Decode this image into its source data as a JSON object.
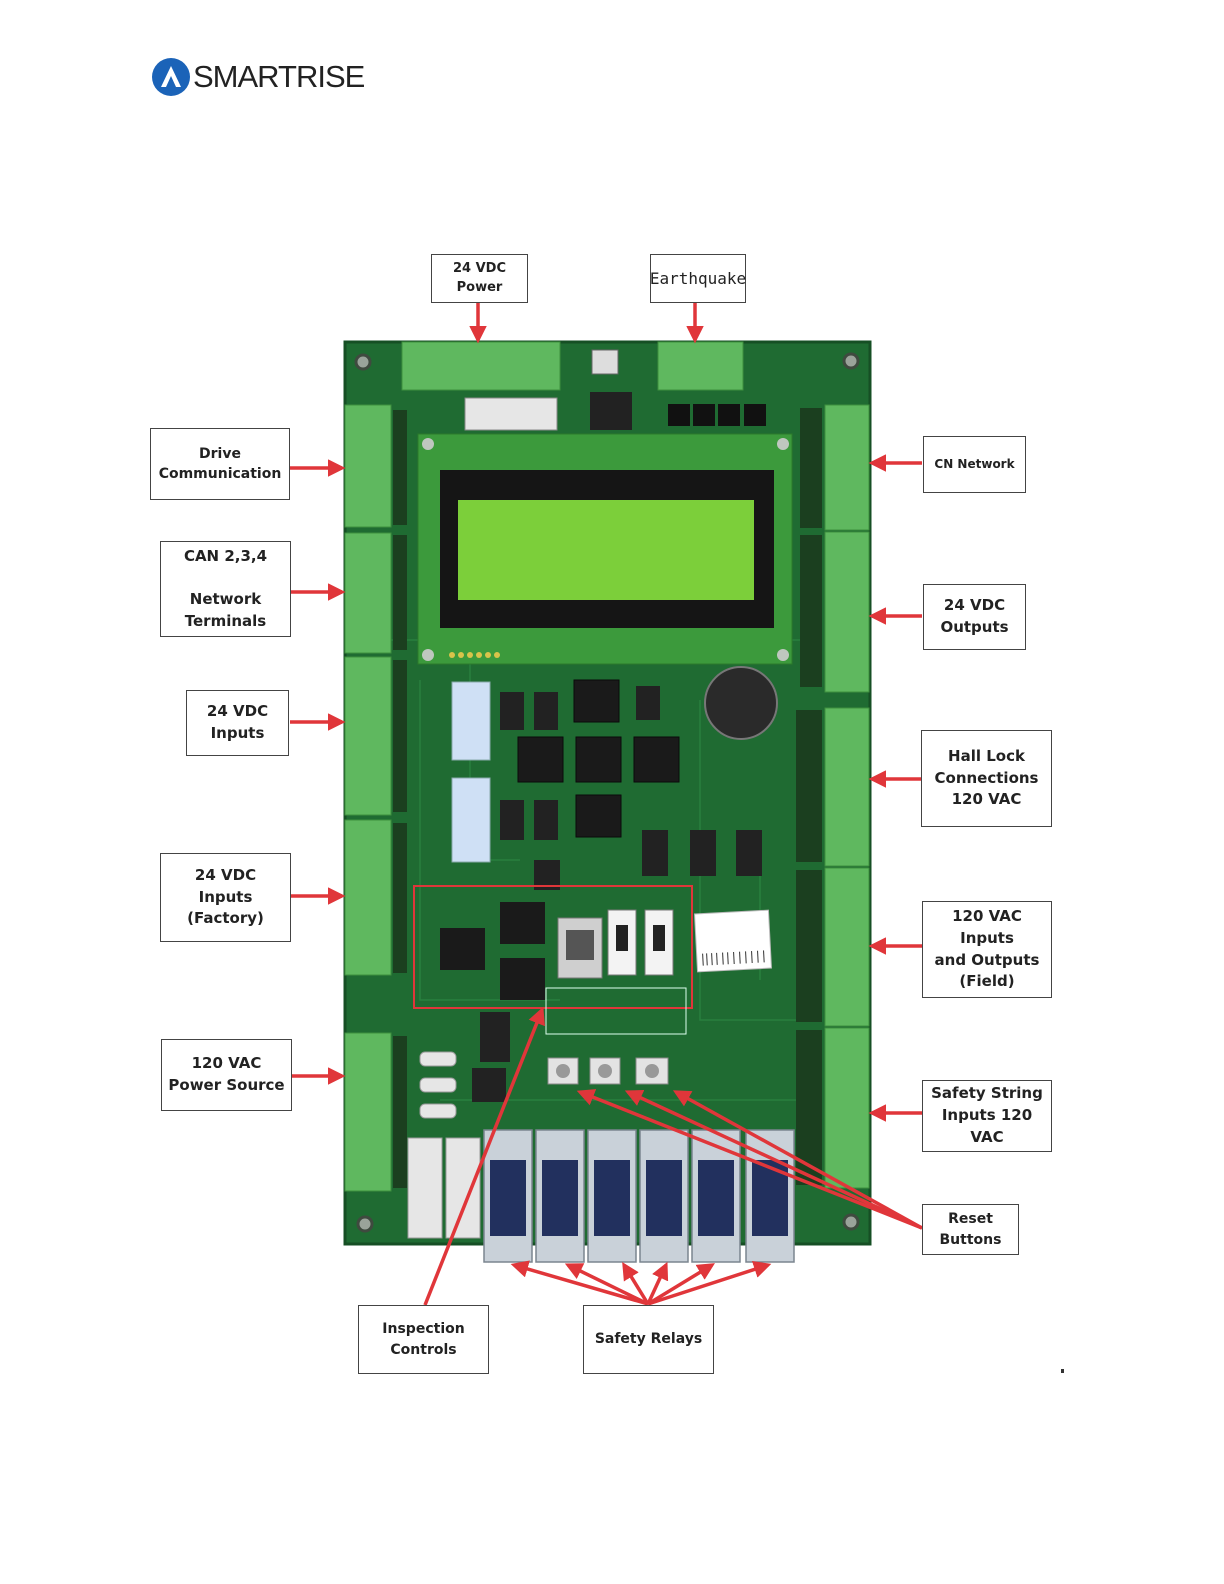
{
  "brand": {
    "name": "SMARTRISE",
    "logo_color": "#1b63b8"
  },
  "colors": {
    "arrow": "#e0363a",
    "board": "#1f6b32",
    "lcd": "#7ccf3a",
    "terminal": "#5fb85f"
  },
  "labels": {
    "power24": "24 VDC\nPower",
    "earthquake": "Earthquake",
    "drive": "Drive\nCommunication",
    "can": "CAN 2,3,4\n\nNetwork\nTerminals",
    "inputs24": "24 VDC\nInputs",
    "inputs_factory": "24 VDC\nInputs\n(Factory)",
    "power120": "120 VAC\nPower Source",
    "inspection": "Inspection\nControls",
    "safety_relays": "Safety Relays",
    "cn_network": "CN Network",
    "outputs24": "24 VDC\nOutputs",
    "hall_lock": "Hall Lock\nConnections\n120 VAC",
    "vac_io": "120 VAC Inputs\nand Outputs\n(Field)",
    "safety_string": "Safety String\nInputs 120 VAC",
    "reset": "Reset\nButtons"
  }
}
